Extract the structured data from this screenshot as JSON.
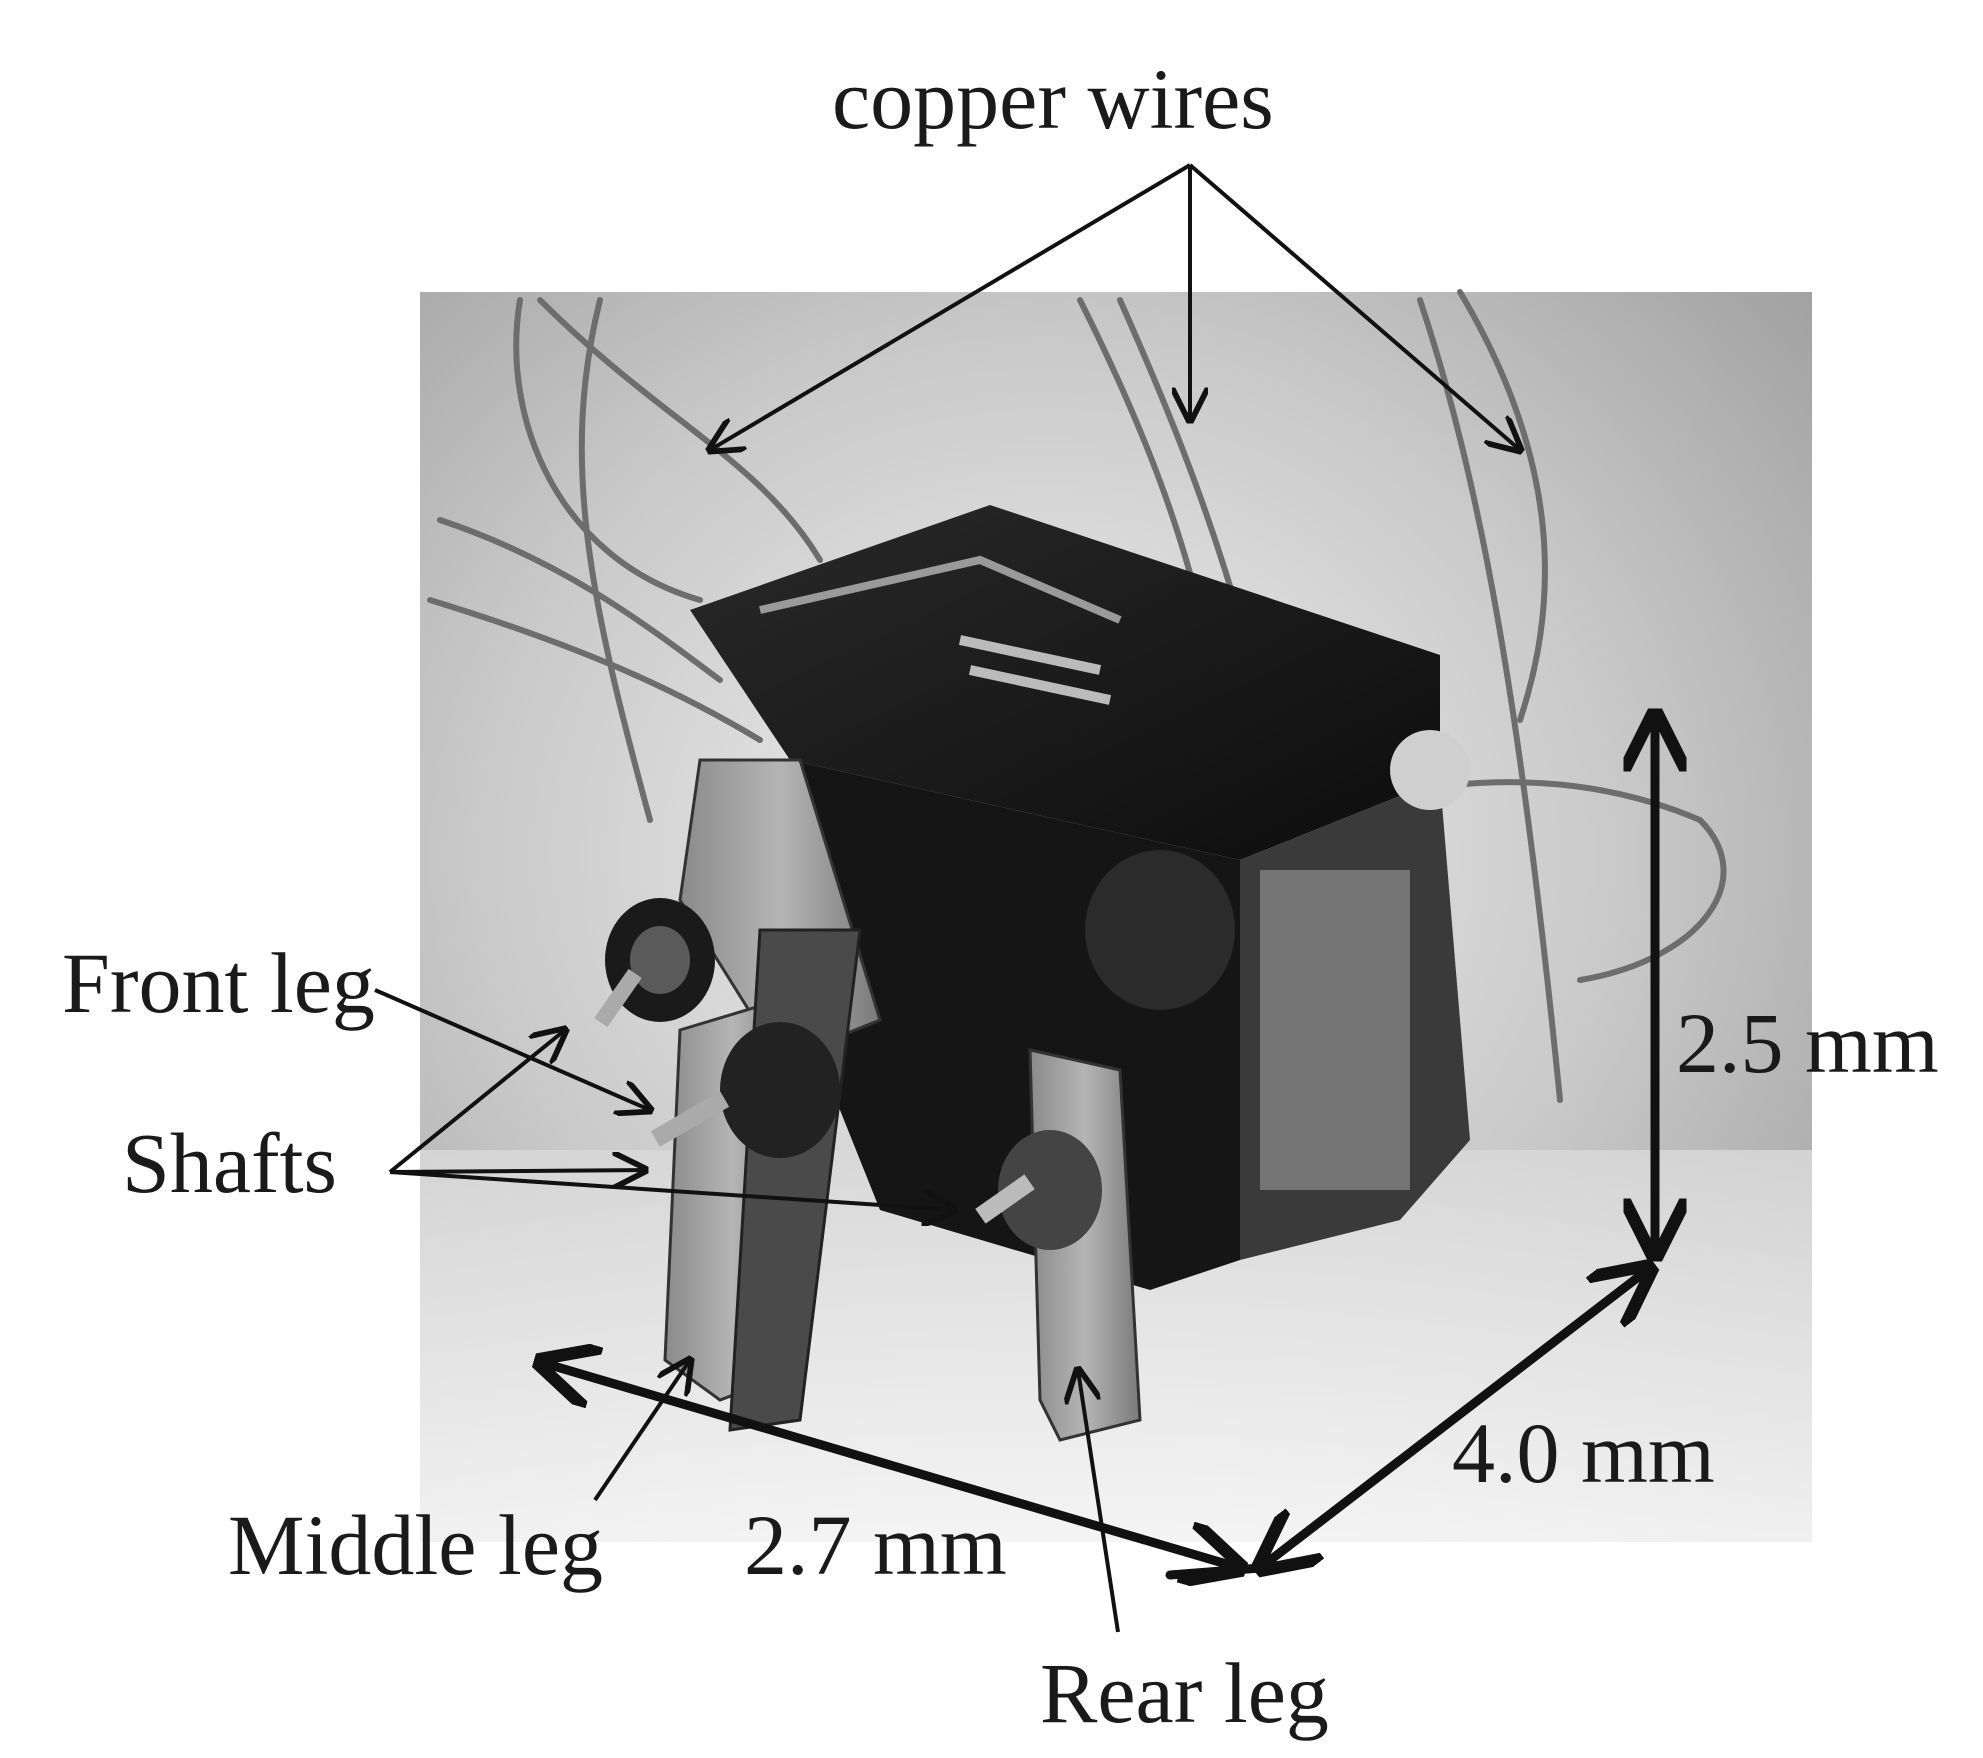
{
  "figure": {
    "photo_subject": "micro-robot-photo",
    "labels": {
      "copper_wires": "copper wires",
      "front_leg": "Front leg",
      "shafts": "Shafts",
      "middle_leg": "Middle leg",
      "rear_leg": "Rear leg",
      "height": "2.5 mm",
      "length": "4.0 mm",
      "width": "2.7 mm"
    }
  }
}
